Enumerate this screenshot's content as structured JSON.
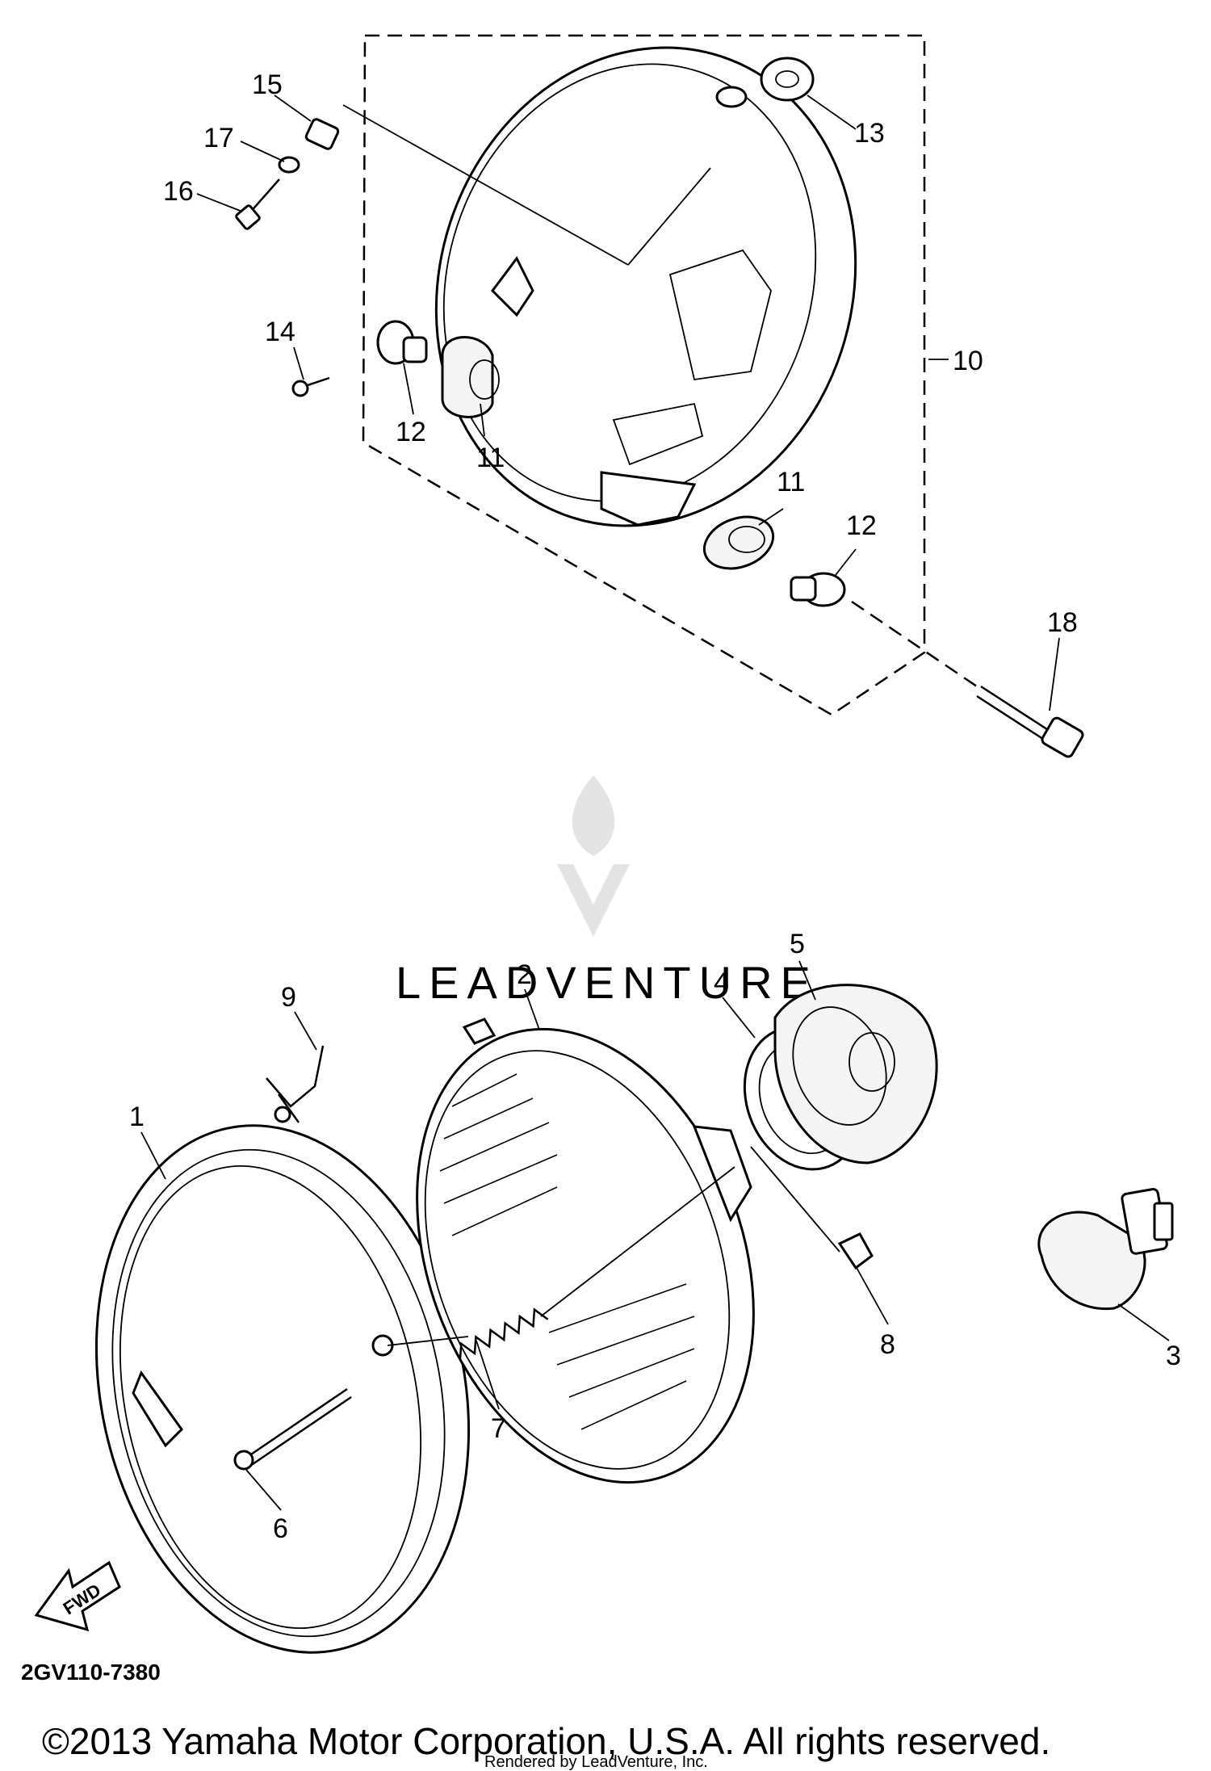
{
  "diagram": {
    "callouts": [
      {
        "id": "15",
        "label": "15"
      },
      {
        "id": "17",
        "label": "17"
      },
      {
        "id": "16",
        "label": "16"
      },
      {
        "id": "13",
        "label": "13"
      },
      {
        "id": "14",
        "label": "14"
      },
      {
        "id": "10",
        "label": "10"
      },
      {
        "id": "12a",
        "label": "12"
      },
      {
        "id": "11a",
        "label": "11"
      },
      {
        "id": "11b",
        "label": "11"
      },
      {
        "id": "12b",
        "label": "12"
      },
      {
        "id": "18",
        "label": "18"
      },
      {
        "id": "2",
        "label": "2"
      },
      {
        "id": "5",
        "label": "5"
      },
      {
        "id": "4",
        "label": "4"
      },
      {
        "id": "9",
        "label": "9"
      },
      {
        "id": "1",
        "label": "1"
      },
      {
        "id": "8",
        "label": "8"
      },
      {
        "id": "3",
        "label": "3"
      },
      {
        "id": "7",
        "label": "7"
      },
      {
        "id": "6",
        "label": "6"
      }
    ],
    "front_arrow_label": "FWD",
    "diagram_code": "2GV110-7380",
    "watermark": "LEADVENTURE",
    "copyright": "©2013 Yamaha Motor Corporation, U.S.A. All rights reserved.",
    "small_credit": "Rendered by LeadVenture, Inc."
  },
  "colors": {
    "ink": "#000000",
    "background": "#ffffff",
    "watermark": "#c9c9c9"
  }
}
